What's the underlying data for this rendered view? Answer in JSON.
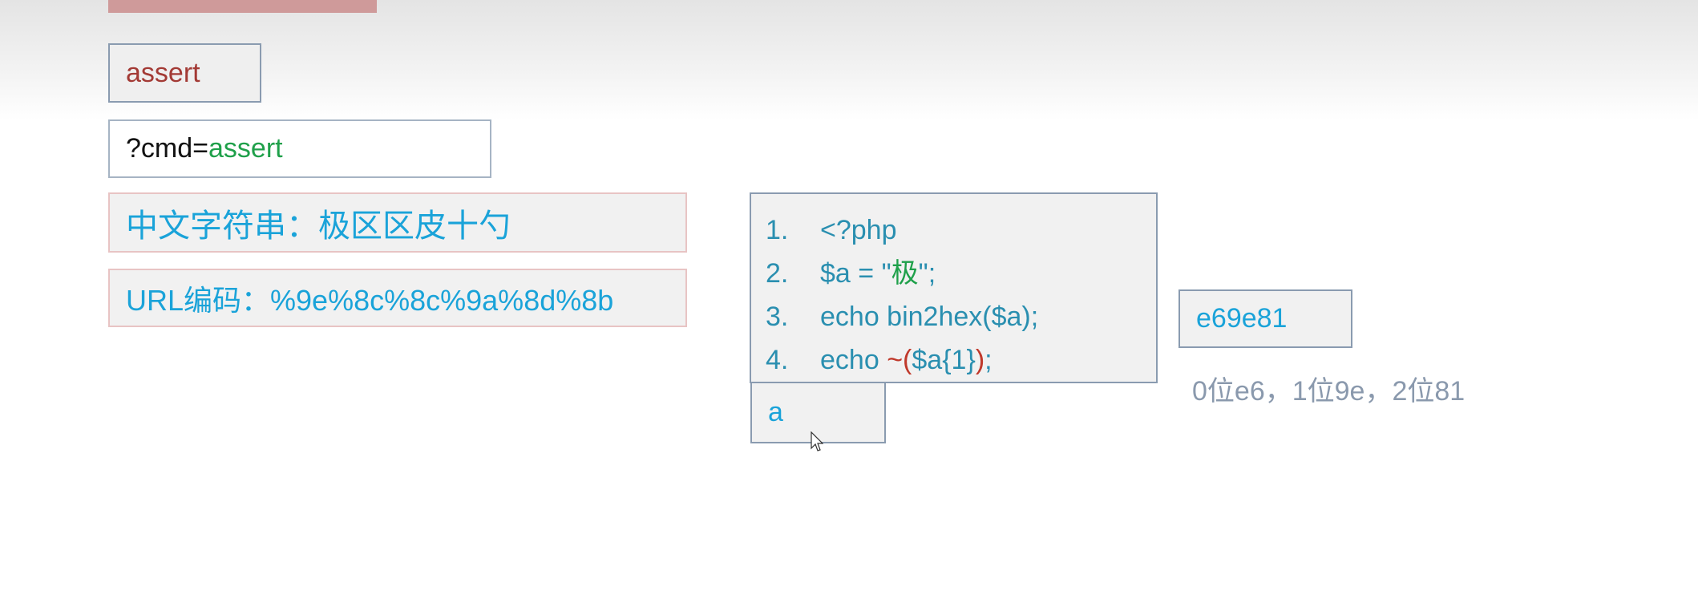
{
  "assert_box": "assert",
  "cmd_box": {
    "prefix": "?cmd=",
    "value": "assert"
  },
  "chinese_string": "中文字符串：极区区皮十勺",
  "url_encoded": "URL编码：%9e%8c%8c%9a%8d%8b",
  "code": [
    {
      "num": "1.",
      "text": "<?php"
    },
    {
      "num": "2.",
      "pre": "$a = \"",
      "highlight": "极",
      "post": "\";"
    },
    {
      "num": "3.",
      "text": "echo bin2hex($a);"
    },
    {
      "num": "4.",
      "pre": "echo ",
      "highlight": "~(",
      "mid": "$a{1}",
      "post_red": ")",
      "post": ";"
    }
  ],
  "output_a": "a",
  "hex_output": "e69e81",
  "byte_positions": "0位e6，1位9e，2位81",
  "colors": {
    "accent_blue": "#1aa3d9",
    "green": "#1fa04a",
    "red": "#a33a35"
  }
}
